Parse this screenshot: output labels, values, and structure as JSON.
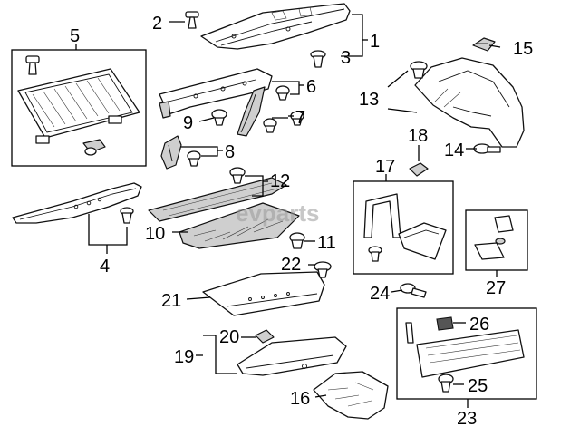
{
  "watermark": "evparts",
  "callouts": {
    "c1": "1",
    "c2": "2",
    "c3": "3",
    "c4": "4",
    "c5": "5",
    "c6": "6",
    "c7": "7",
    "c8": "8",
    "c9": "9",
    "c10": "10",
    "c11": "11",
    "c12": "12",
    "c13": "13",
    "c14": "14",
    "c15": "15",
    "c16": "16",
    "c17": "17",
    "c18": "18",
    "c19": "19",
    "c20": "20",
    "c21": "21",
    "c22": "22",
    "c23": "23",
    "c24": "24",
    "c25": "25",
    "c26": "26",
    "c27": "27"
  }
}
